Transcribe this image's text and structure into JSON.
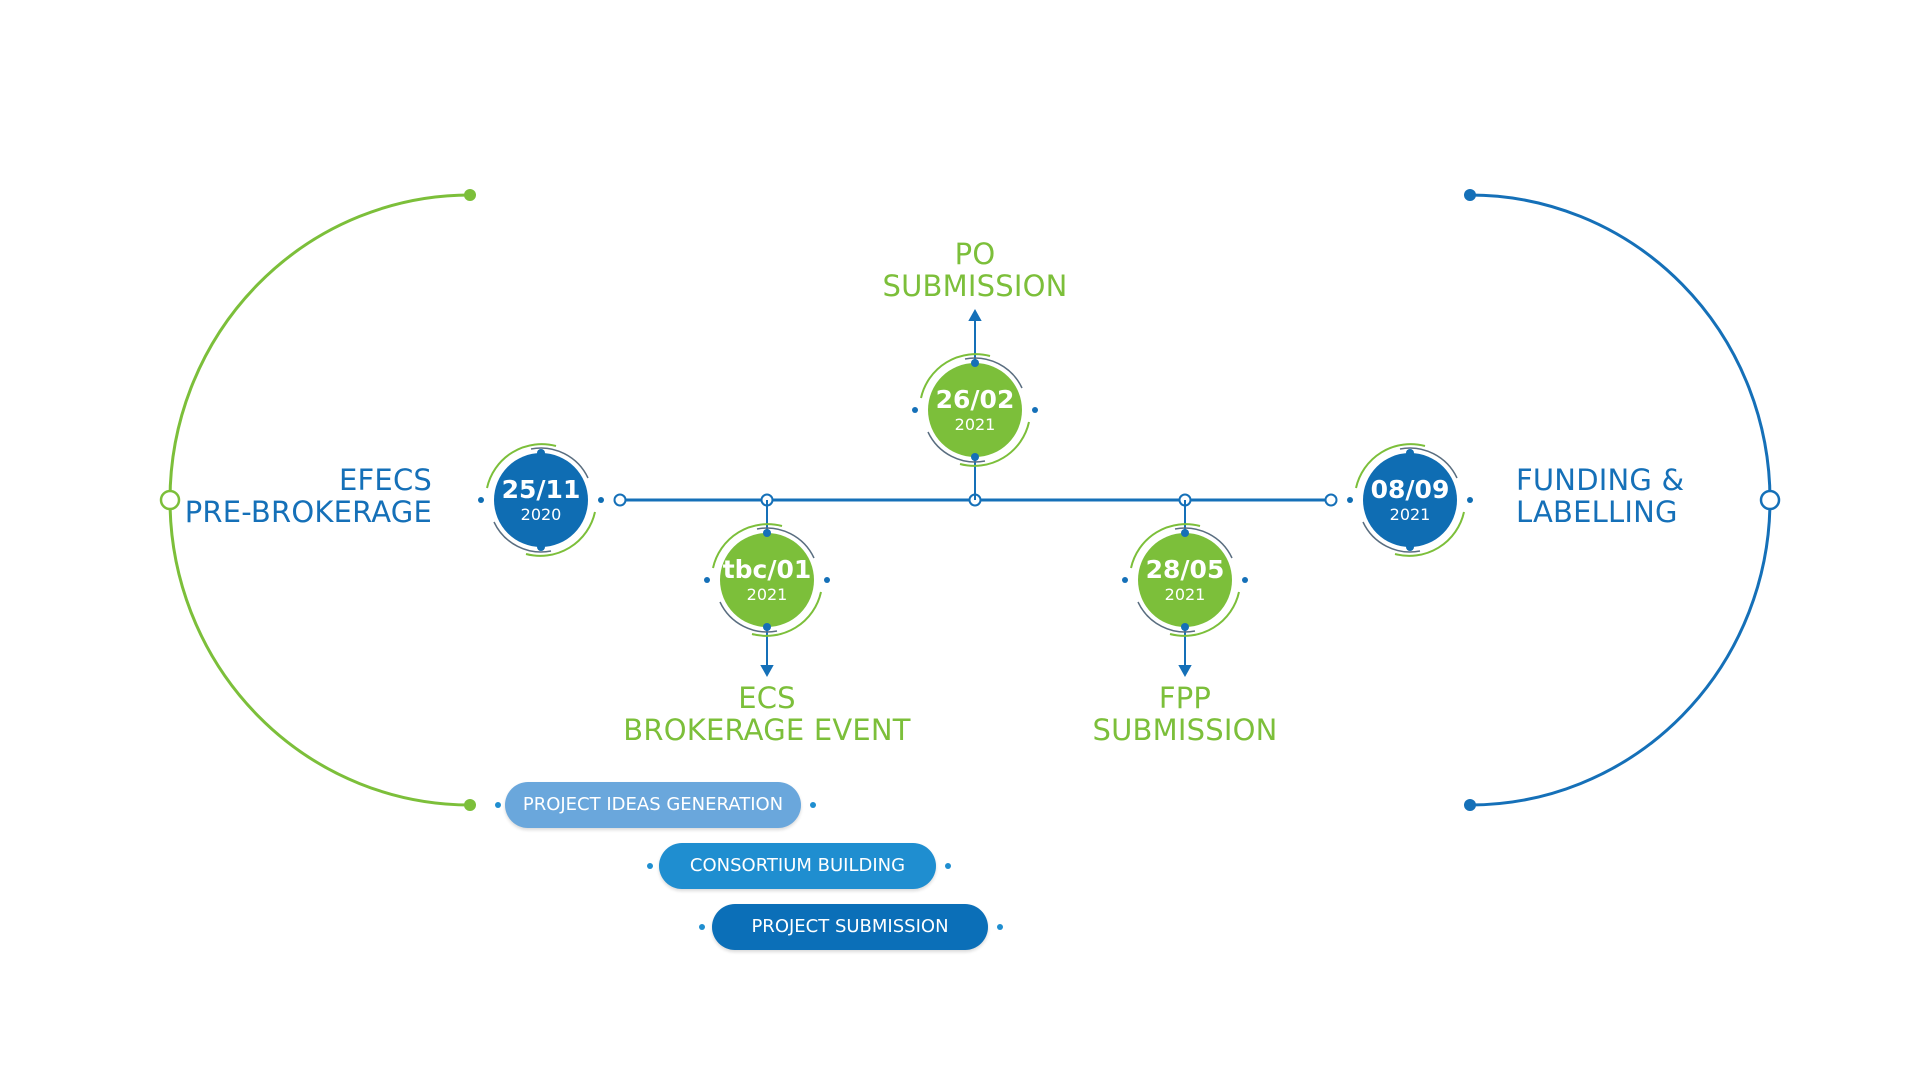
{
  "colors": {
    "green": "#7cbf3a",
    "blue": "#1570b8",
    "dark_blue": "#0f6db3",
    "pill_light": "#6aa7dc",
    "pill_mid": "#1f8ed0",
    "pill_dark": "#0b6fb8"
  },
  "milestones": [
    {
      "id": "efecs",
      "day_month": "25/11",
      "year": "2020",
      "label_lines": [
        "EFECS",
        "PRE-BROKERAGE"
      ],
      "color": "blue"
    },
    {
      "id": "ecs",
      "day_month": "tbc/01",
      "year": "2021",
      "label_lines": [
        "ECS",
        "BROKERAGE EVENT"
      ],
      "color": "green"
    },
    {
      "id": "po",
      "day_month": "26/02",
      "year": "2021",
      "label_lines": [
        "PO",
        "SUBMISSION"
      ],
      "color": "green"
    },
    {
      "id": "fpp",
      "day_month": "28/05",
      "year": "2021",
      "label_lines": [
        "FPP",
        "SUBMISSION"
      ],
      "color": "green"
    },
    {
      "id": "funding",
      "day_month": "08/09",
      "year": "2021",
      "label_lines": [
        "FUNDING &",
        "LABELLING"
      ],
      "color": "blue"
    }
  ],
  "phases": [
    {
      "label": "PROJECT IDEAS GENERATION",
      "color": "pill_light"
    },
    {
      "label": "CONSORTIUM BUILDING",
      "color": "pill_mid"
    },
    {
      "label": "PROJECT SUBMISSION",
      "color": "pill_dark"
    }
  ]
}
